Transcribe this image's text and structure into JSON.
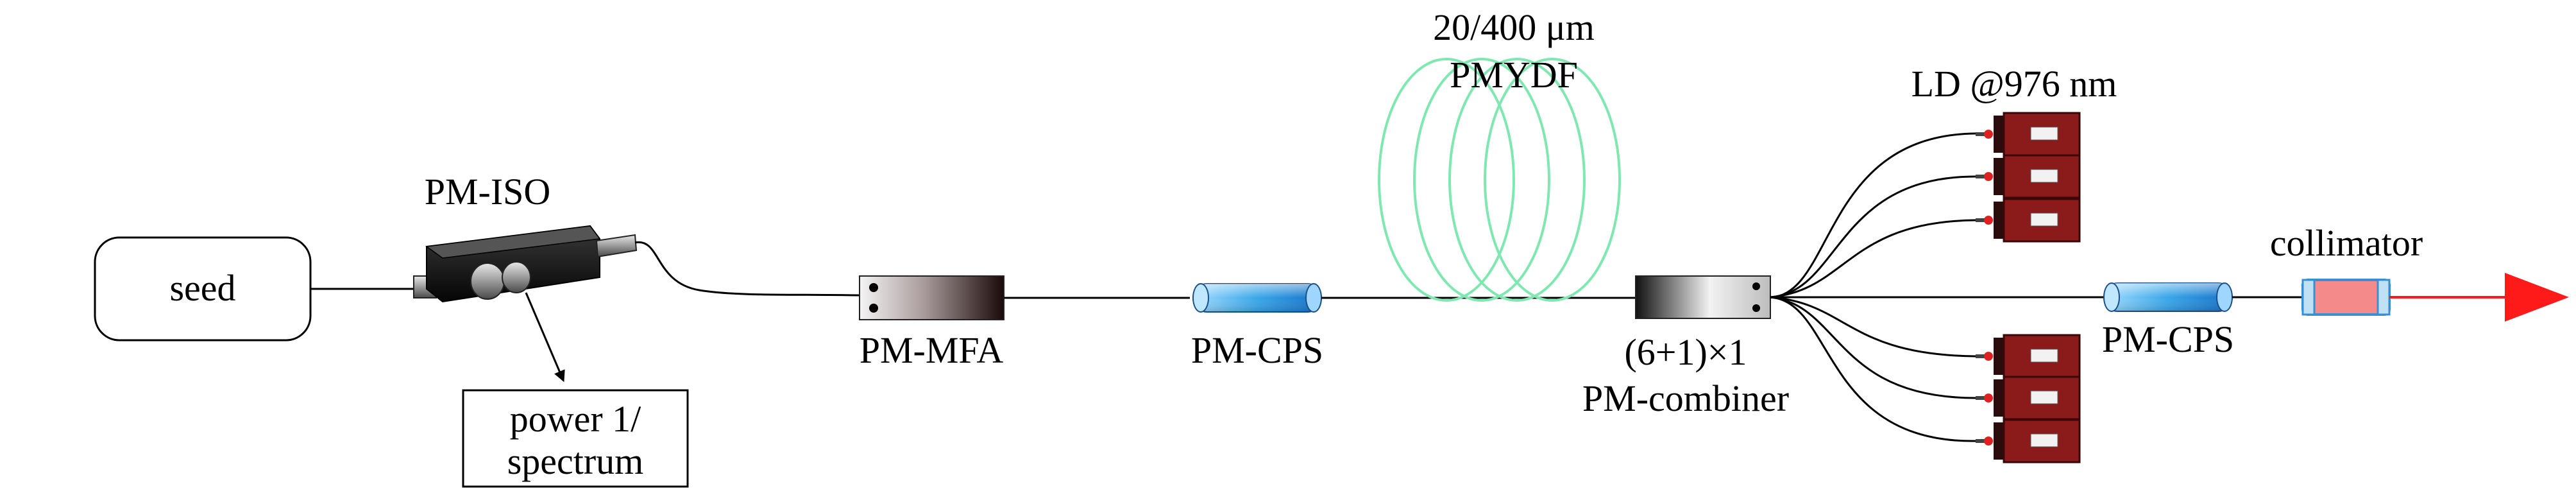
{
  "labels": {
    "seed": "seed",
    "pm_iso": "PM-ISO",
    "power_line1": "power 1/",
    "power_line2": "spectrum",
    "pm_mfa": "PM-MFA",
    "pm_cps_1": "PM-CPS",
    "fiber_line1": "20/400 μm",
    "fiber_line2": "PMYDF",
    "combiner_line1": "(6+1)×1",
    "combiner_line2": "PM-combiner",
    "ld": "LD @976 nm",
    "pm_cps_2": "PM-CPS",
    "collimator": "collimator"
  },
  "colors": {
    "fiber": "#000000",
    "ydf_coil": "#7fe8b0",
    "cps_blue": "#3aa6e8",
    "ld_body": "#8b1a1a",
    "collimator_pink": "#f58a8a",
    "output_arrow": "#ff1a1a"
  }
}
